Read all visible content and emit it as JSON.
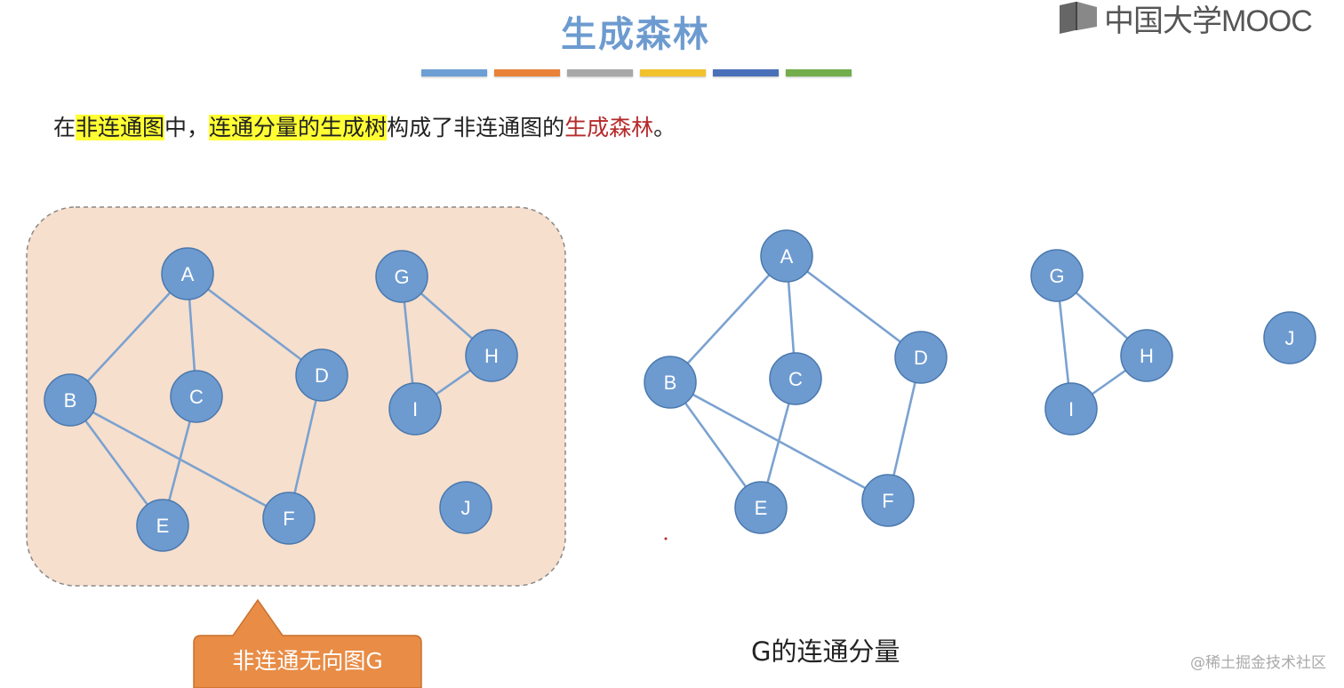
{
  "slide": {
    "title": "生成森林",
    "accent_bars": [
      "#6d9fd4",
      "#e88339",
      "#a8a8a8",
      "#f2c12e",
      "#4a70b9",
      "#73ad4c"
    ]
  },
  "logo": {
    "text": "中国大学MOOC"
  },
  "statement": {
    "p1": "在",
    "h1": "非连通图",
    "p2": "中，",
    "h2": "连通分量的生成树",
    "p3": "构成了非连通图的",
    "r1": "生成森林",
    "p4": "。"
  },
  "graph_left": {
    "region_fill": "#f7dfcd",
    "nodes": [
      {
        "id": "A",
        "label": "A"
      },
      {
        "id": "B",
        "label": "B"
      },
      {
        "id": "C",
        "label": "C"
      },
      {
        "id": "D",
        "label": "D"
      },
      {
        "id": "E",
        "label": "E"
      },
      {
        "id": "F",
        "label": "F"
      },
      {
        "id": "G",
        "label": "G"
      },
      {
        "id": "H",
        "label": "H"
      },
      {
        "id": "I",
        "label": "I"
      },
      {
        "id": "J",
        "label": "J"
      }
    ],
    "edges": [
      [
        "A",
        "B"
      ],
      [
        "A",
        "C"
      ],
      [
        "A",
        "D"
      ],
      [
        "B",
        "E"
      ],
      [
        "B",
        "F"
      ],
      [
        "C",
        "E"
      ],
      [
        "D",
        "F"
      ],
      [
        "G",
        "H"
      ],
      [
        "G",
        "I"
      ],
      [
        "H",
        "I"
      ]
    ],
    "caption": "非连通无向图G",
    "caption_fill": "#e88c46"
  },
  "graph_right": {
    "nodes": [
      {
        "id": "A",
        "label": "A"
      },
      {
        "id": "B",
        "label": "B"
      },
      {
        "id": "C",
        "label": "C"
      },
      {
        "id": "D",
        "label": "D"
      },
      {
        "id": "E",
        "label": "E"
      },
      {
        "id": "F",
        "label": "F"
      },
      {
        "id": "G",
        "label": "G"
      },
      {
        "id": "H",
        "label": "H"
      },
      {
        "id": "I",
        "label": "I"
      },
      {
        "id": "J",
        "label": "J"
      }
    ],
    "edges": [
      [
        "A",
        "B"
      ],
      [
        "A",
        "C"
      ],
      [
        "A",
        "D"
      ],
      [
        "B",
        "E"
      ],
      [
        "B",
        "F"
      ],
      [
        "C",
        "E"
      ],
      [
        "D",
        "F"
      ],
      [
        "G",
        "H"
      ],
      [
        "G",
        "I"
      ],
      [
        "H",
        "I"
      ]
    ],
    "caption": "G的连通分量"
  },
  "style": {
    "node_fill": "#6d9bd0",
    "node_stroke": "#4a78ad",
    "edge_color": "#7ba2d0"
  },
  "watermark": "@稀土掘金技术社区"
}
